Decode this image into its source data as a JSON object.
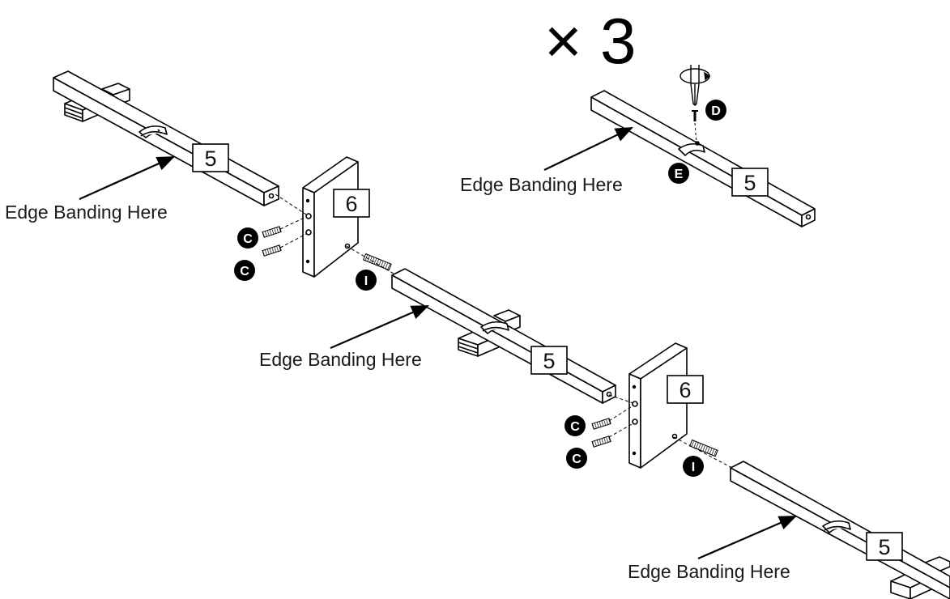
{
  "multiplier": "× 3",
  "edge_label": "Edge Banding Here",
  "parts": {
    "rail": "5",
    "panel": "6"
  },
  "hardware": {
    "cam_bolt": "C",
    "screw": "D",
    "cam_lock": "E",
    "dowel": "I"
  },
  "colors": {
    "line": "#000000",
    "fill": "#ffffff",
    "callout": "#000000"
  }
}
